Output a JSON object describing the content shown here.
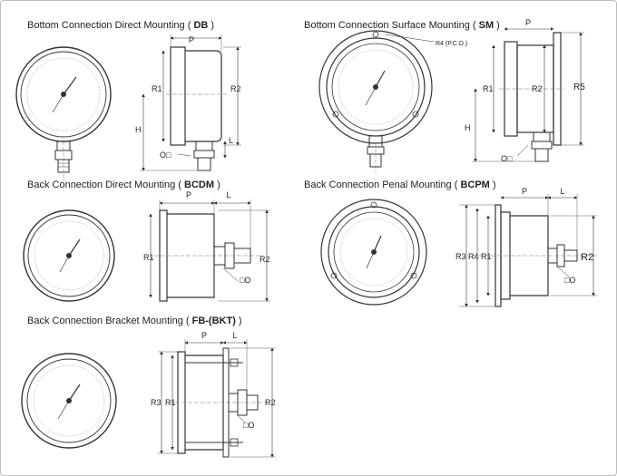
{
  "sections": {
    "db": {
      "title": "Bottom Connection Direct Mounting (",
      "code": "DB",
      "suffix": " )"
    },
    "sm": {
      "title": "Bottom Connection Surface Mounting (",
      "code": "SM",
      "suffix": " )"
    },
    "bcdm": {
      "title": "Back Connection Direct Mounting (",
      "code": "BCDM",
      "suffix": " )"
    },
    "bcpm": {
      "title": "Back Connection Penal Mounting (",
      "code": "BCPM",
      "suffix": " )"
    },
    "fb": {
      "title": "Back Connection Bracket Mounting (",
      "code": "FB-(BKT)",
      "suffix": " )"
    }
  },
  "labels": {
    "p": "P",
    "l": "L",
    "h": "H",
    "r1": "R1",
    "r2": "R2",
    "r3": "R3",
    "r4": "R4",
    "r5": "R5",
    "r4_pcd": "R4 (P.C.D.)",
    "hex": "O□",
    "hex_alt": "□O"
  },
  "colors": {
    "line": "#333333",
    "light": "#777777",
    "bg": "#ffffff"
  }
}
